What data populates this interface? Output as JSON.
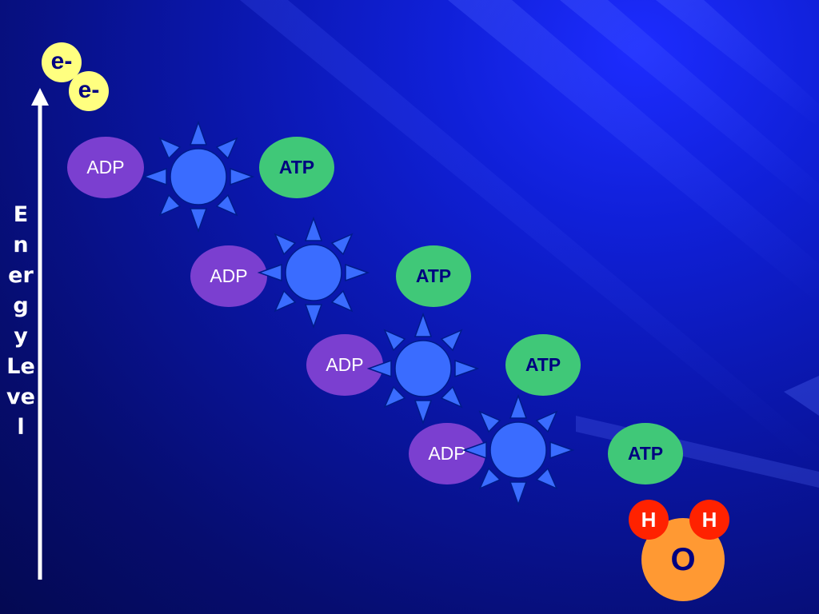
{
  "axis": {
    "label": "Energy Level"
  },
  "electrons": [
    {
      "label": "e-"
    },
    {
      "label": "e-"
    }
  ],
  "steps": [
    {
      "input": "ADP",
      "output": "ATP"
    },
    {
      "input": "ADP",
      "output": "ATP"
    },
    {
      "input": "ADP",
      "output": "ATP"
    },
    {
      "input": "ADP",
      "output": "ATP"
    }
  ],
  "water": {
    "oxygen": "O",
    "hydrogen": [
      "H",
      "H"
    ]
  },
  "colors": {
    "background": "#0a16a8",
    "adp": "#7b3fd0",
    "atp": "#40c878",
    "sun": "#3a6cff",
    "electron": "#ffff80",
    "oxygen": "#ff9933",
    "hydrogen": "#ff2200"
  }
}
